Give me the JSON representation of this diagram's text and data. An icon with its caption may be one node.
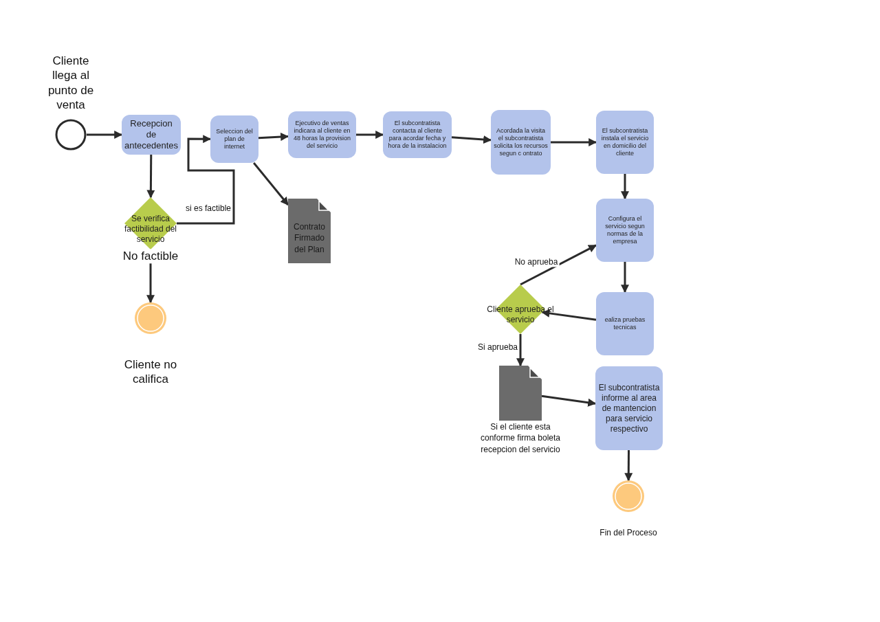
{
  "diagram": {
    "nodes": [
      {
        "text": [
          "Cliente llega al punto de venta"
        ]
      },
      {
        "text": [
          "Recepcion de antecedentes"
        ]
      },
      {
        "text": [
          "Se verifica factibilidad del servicio"
        ]
      },
      {
        "text": [
          "Cliente no califica"
        ]
      },
      {
        "text": [
          "Seleccion del plan de internet"
        ]
      },
      {
        "text": [
          "Ejecutivo de ventas indicara al cliente en 48 horas la provision del servicio"
        ]
      },
      {
        "text": [
          "El subcontratista contacta al cliente para acordar fecha y hora de la instalacion"
        ]
      },
      {
        "text": [
          "Acordada la visita el subcontratista solicita los recursos segun c ontrato"
        ]
      },
      {
        "text": [
          "El subcontratista instala el servicio en domicilio del cliente"
        ]
      },
      {
        "text": [
          "Contrato Firmado del Plan"
        ]
      },
      {
        "text": [
          "Configura el servicio segun normas de la empresa"
        ]
      },
      {
        "text": [
          "ealiza pruebas tecnicas"
        ]
      },
      {
        "text": [
          "Cliente aprueba el servicio"
        ]
      },
      {
        "text": [
          "Si el cliente esta conforme firma boleta recepcion del servicio"
        ]
      },
      {
        "text": [
          "El subcontratista informe al area de mantencion para servicio respectivo"
        ]
      },
      {
        "text": [
          "Fin del Proceso"
        ]
      }
    ],
    "edges": [
      {
        "from": 0,
        "to": 1,
        "arrow": "to"
      },
      {
        "from": 1,
        "to": 2,
        "arrow": "to"
      },
      {
        "from": 2,
        "to": 4,
        "arrow": "to",
        "label": "si es factible"
      },
      {
        "from": 2,
        "to": 3,
        "arrow": "to",
        "label": "No factible"
      },
      {
        "from": 4,
        "to": 5,
        "arrow": "to"
      },
      {
        "from": 4,
        "to": 9,
        "arrow": "to"
      },
      {
        "from": 5,
        "to": 6,
        "arrow": "to"
      },
      {
        "from": 6,
        "to": 7,
        "arrow": "to"
      },
      {
        "from": 7,
        "to": 8,
        "arrow": "to"
      },
      {
        "from": 8,
        "to": 10,
        "arrow": "to"
      },
      {
        "from": 10,
        "to": 11,
        "arrow": "to"
      },
      {
        "from": 11,
        "to": 12,
        "arrow": "to"
      },
      {
        "from": 12,
        "to": 10,
        "arrow": "to",
        "label": "No aprueba"
      },
      {
        "from": 12,
        "to": 13,
        "arrow": "to",
        "label": "Si aprueba"
      },
      {
        "from": 13,
        "to": 14,
        "arrow": "to"
      },
      {
        "from": 14,
        "to": 15,
        "arrow": "to"
      }
    ]
  }
}
